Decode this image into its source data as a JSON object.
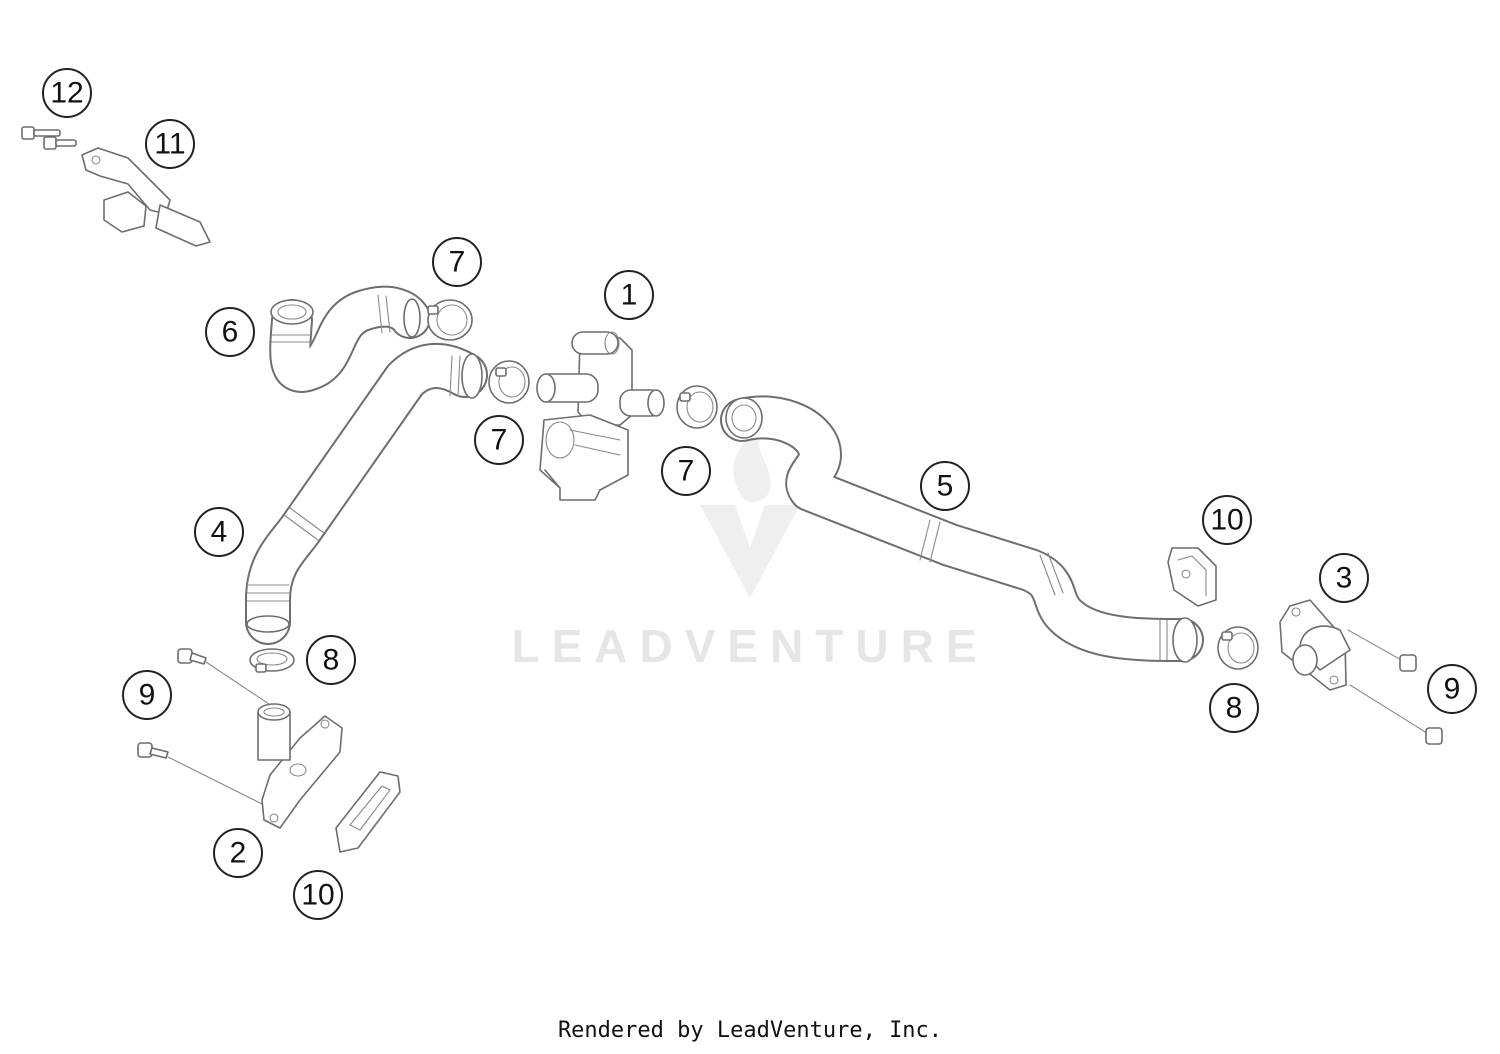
{
  "watermark": {
    "text": "LEADVENTURE"
  },
  "footer": {
    "text": "Rendered by LeadVenture, Inc."
  },
  "callouts": [
    {
      "id": "c12",
      "label": "12"
    },
    {
      "id": "c11",
      "label": "11"
    },
    {
      "id": "c7a",
      "label": "7"
    },
    {
      "id": "c1",
      "label": "1"
    },
    {
      "id": "c6",
      "label": "6"
    },
    {
      "id": "c7b",
      "label": "7"
    },
    {
      "id": "c7c",
      "label": "7"
    },
    {
      "id": "c5",
      "label": "5"
    },
    {
      "id": "c4",
      "label": "4"
    },
    {
      "id": "c10a",
      "label": "10"
    },
    {
      "id": "c3",
      "label": "3"
    },
    {
      "id": "c8a",
      "label": "8"
    },
    {
      "id": "c9a",
      "label": "9"
    },
    {
      "id": "c9b",
      "label": "9"
    },
    {
      "id": "c8b",
      "label": "8"
    },
    {
      "id": "c2",
      "label": "2"
    },
    {
      "id": "c10b",
      "label": "10"
    }
  ]
}
